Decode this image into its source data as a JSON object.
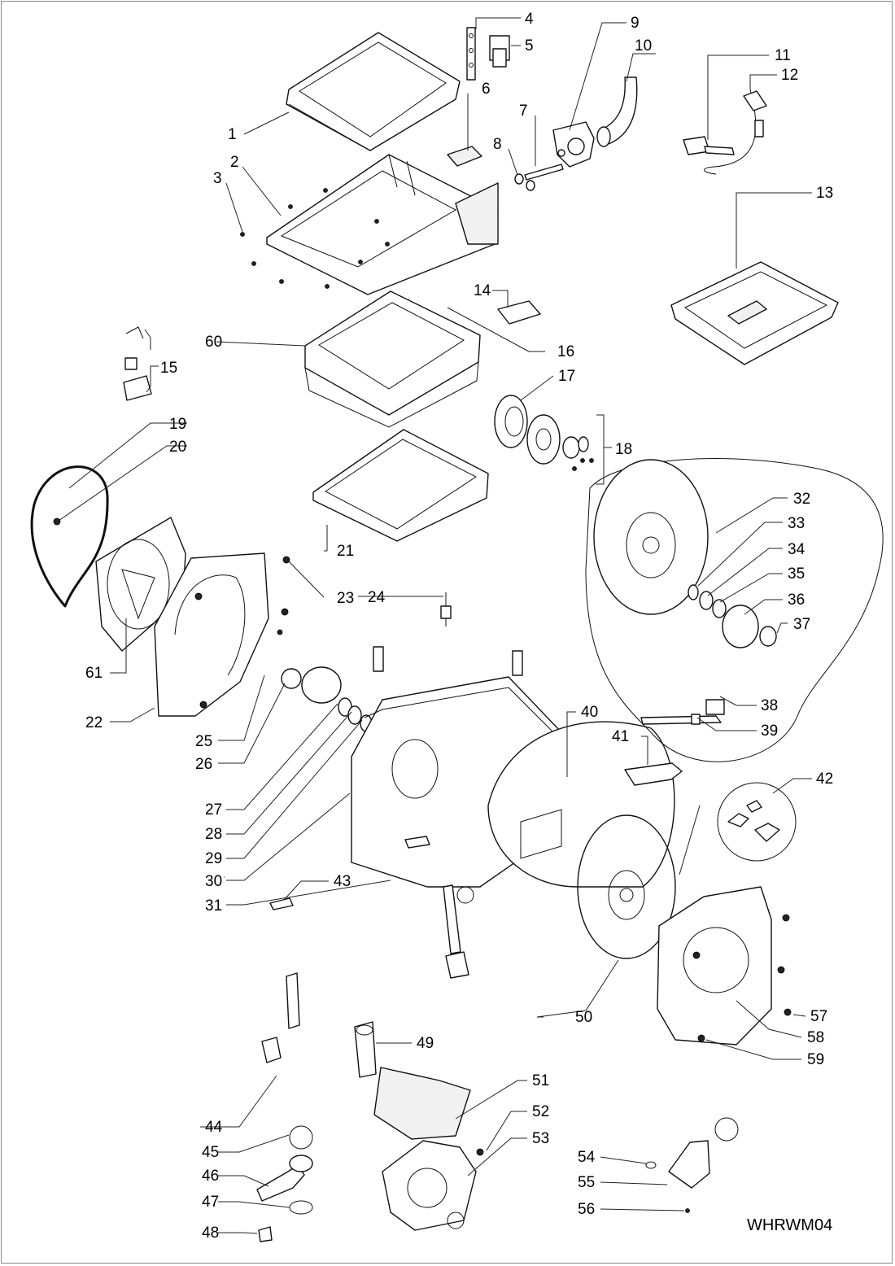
{
  "diagram": {
    "drawing_code": "WHRWM04",
    "callouts": [
      {
        "n": "1"
      },
      {
        "n": "2"
      },
      {
        "n": "3"
      },
      {
        "n": "4"
      },
      {
        "n": "5"
      },
      {
        "n": "6"
      },
      {
        "n": "7"
      },
      {
        "n": "8"
      },
      {
        "n": "9"
      },
      {
        "n": "10"
      },
      {
        "n": "11"
      },
      {
        "n": "12"
      },
      {
        "n": "13"
      },
      {
        "n": "14"
      },
      {
        "n": "15"
      },
      {
        "n": "16"
      },
      {
        "n": "17"
      },
      {
        "n": "18"
      },
      {
        "n": "19"
      },
      {
        "n": "20"
      },
      {
        "n": "21"
      },
      {
        "n": "22"
      },
      {
        "n": "23"
      },
      {
        "n": "24"
      },
      {
        "n": "25"
      },
      {
        "n": "26"
      },
      {
        "n": "27"
      },
      {
        "n": "28"
      },
      {
        "n": "29"
      },
      {
        "n": "30"
      },
      {
        "n": "31"
      },
      {
        "n": "32"
      },
      {
        "n": "33"
      },
      {
        "n": "34"
      },
      {
        "n": "35"
      },
      {
        "n": "36"
      },
      {
        "n": "37"
      },
      {
        "n": "38"
      },
      {
        "n": "39"
      },
      {
        "n": "40"
      },
      {
        "n": "41"
      },
      {
        "n": "42"
      },
      {
        "n": "43"
      },
      {
        "n": "44"
      },
      {
        "n": "45"
      },
      {
        "n": "46"
      },
      {
        "n": "47"
      },
      {
        "n": "48"
      },
      {
        "n": "49"
      },
      {
        "n": "50"
      },
      {
        "n": "51"
      },
      {
        "n": "52"
      },
      {
        "n": "53"
      },
      {
        "n": "54"
      },
      {
        "n": "55"
      },
      {
        "n": "56"
      },
      {
        "n": "57"
      },
      {
        "n": "58"
      },
      {
        "n": "59"
      },
      {
        "n": "60"
      },
      {
        "n": "61"
      }
    ]
  }
}
